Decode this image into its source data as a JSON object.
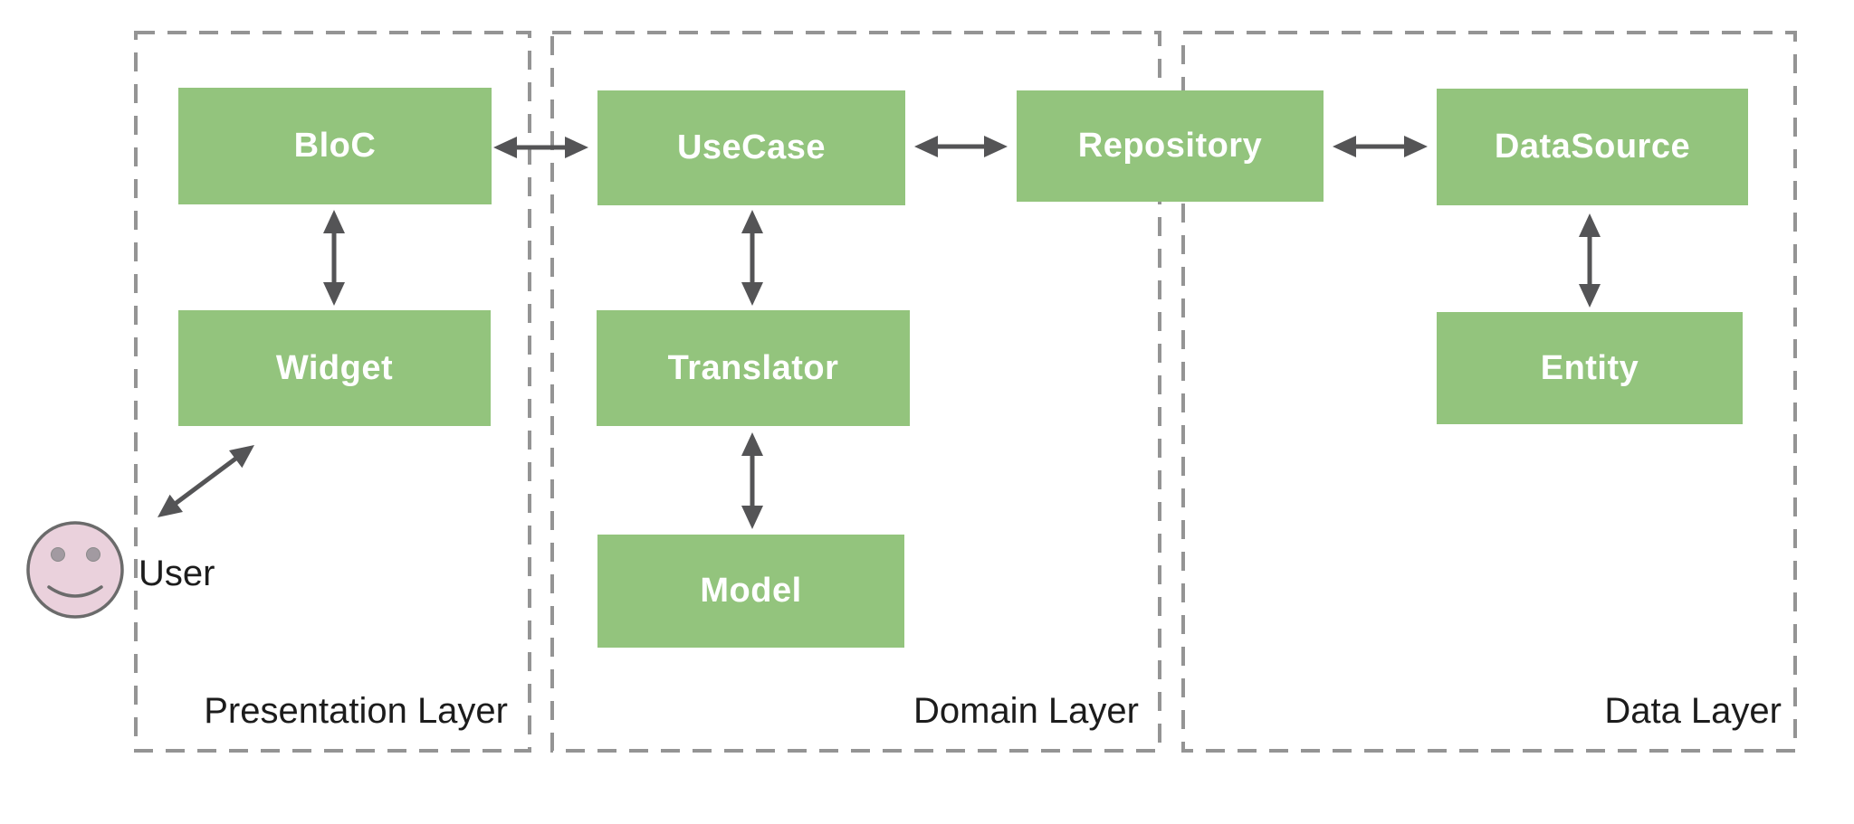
{
  "diagram": {
    "title_implied": "BLoC clean architecture layers",
    "layers": [
      {
        "id": "presentation",
        "label": "Presentation Layer"
      },
      {
        "id": "domain",
        "label": "Domain Layer"
      },
      {
        "id": "data",
        "label": "Data Layer"
      }
    ],
    "nodes": [
      {
        "id": "bloc",
        "label": "BloC",
        "layer": "presentation"
      },
      {
        "id": "widget",
        "label": "Widget",
        "layer": "presentation"
      },
      {
        "id": "usecase",
        "label": "UseCase",
        "layer": "domain"
      },
      {
        "id": "translator",
        "label": "Translator",
        "layer": "domain"
      },
      {
        "id": "model",
        "label": "Model",
        "layer": "domain"
      },
      {
        "id": "repository",
        "label": "Repository",
        "layer": "domain/data boundary"
      },
      {
        "id": "datasource",
        "label": "DataSource",
        "layer": "data"
      },
      {
        "id": "entity",
        "label": "Entity",
        "layer": "data"
      }
    ],
    "actor": {
      "id": "user",
      "label": "User",
      "icon": "smiley-face-icon"
    },
    "edges": [
      {
        "from": "user",
        "to": "widget",
        "bidirectional": true
      },
      {
        "from": "widget",
        "to": "bloc",
        "bidirectional": true
      },
      {
        "from": "bloc",
        "to": "usecase",
        "bidirectional": true
      },
      {
        "from": "usecase",
        "to": "translator",
        "bidirectional": true
      },
      {
        "from": "translator",
        "to": "model",
        "bidirectional": true
      },
      {
        "from": "usecase",
        "to": "repository",
        "bidirectional": true
      },
      {
        "from": "repository",
        "to": "datasource",
        "bidirectional": true
      },
      {
        "from": "datasource",
        "to": "entity",
        "bidirectional": true
      }
    ],
    "colors": {
      "node_fill": "#93c47d",
      "node_text": "#ffffff",
      "layer_border": "#949494",
      "arrow": "#545456",
      "actor_face_fill": "#ead1dc",
      "actor_face_stroke": "#6b6b6b",
      "label_text": "#1c1c1c",
      "background": "#ffffff"
    }
  }
}
